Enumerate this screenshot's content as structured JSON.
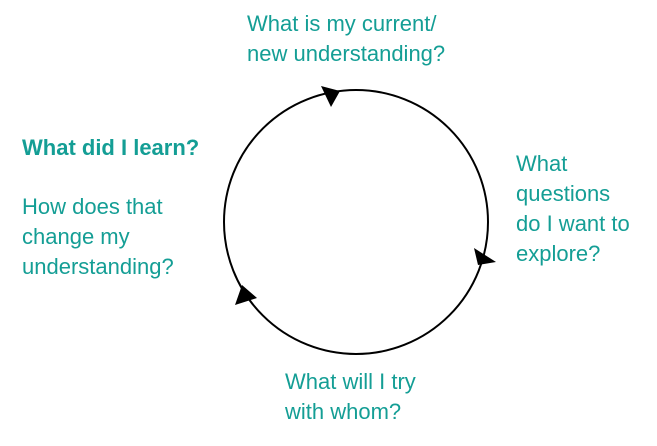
{
  "colors": {
    "text": "#149e95",
    "line": "#000000"
  },
  "labels": {
    "top": [
      "What is my current/",
      "new understanding?"
    ],
    "right": [
      "What",
      "questions",
      "do I want to",
      "explore?"
    ],
    "bottom": [
      "What will I try",
      "with whom?"
    ],
    "left_heading": "What did I learn?",
    "left_body": [
      "How does that",
      "change my",
      "understanding?"
    ]
  }
}
